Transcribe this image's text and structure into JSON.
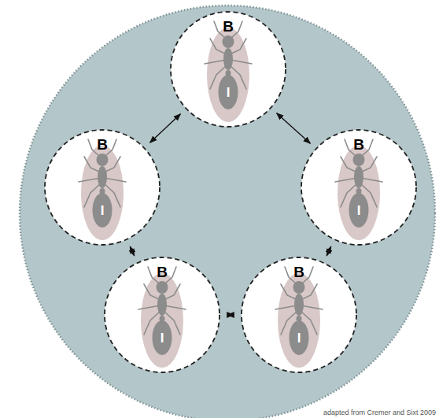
{
  "diagram": {
    "nodes": [
      {
        "text": [
          "B",
          "I"
        ]
      },
      {
        "text": [
          "B",
          "I"
        ]
      },
      {
        "text": [
          "B",
          "I"
        ]
      },
      {
        "text": [
          "B",
          "I"
        ]
      },
      {
        "text": [
          "B",
          "I"
        ]
      }
    ],
    "edges": [
      {
        "from": 0,
        "to": 1,
        "arrow": "both"
      },
      {
        "from": 0,
        "to": 2,
        "arrow": "both"
      },
      {
        "from": 2,
        "to": 4,
        "arrow": "both"
      },
      {
        "from": 3,
        "to": 4,
        "arrow": "both"
      },
      {
        "from": 1,
        "to": 3,
        "arrow": "both"
      }
    ],
    "labels": [
      "adapted from Cremer and Sixt 2009"
    ]
  }
}
